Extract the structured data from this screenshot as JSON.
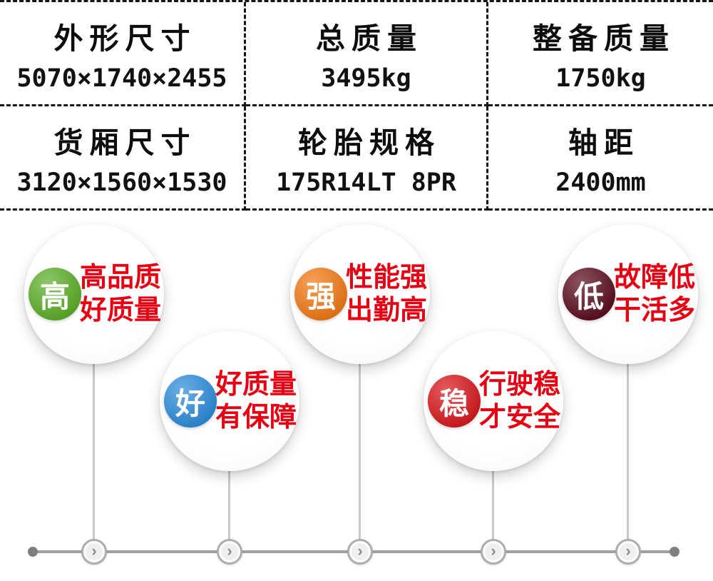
{
  "spec_table": {
    "cells": [
      {
        "label": "外形尺寸",
        "value": "5070×1740×2455"
      },
      {
        "label": "总质量",
        "value": "3495kg"
      },
      {
        "label": "整备质量",
        "value": "1750kg"
      },
      {
        "label": "货厢尺寸",
        "value": "3120×1560×1530"
      },
      {
        "label": "轮胎规格",
        "value": "175R14LT 8PR"
      },
      {
        "label": "轴距",
        "value": "2400mm"
      }
    ]
  },
  "features": [
    {
      "badge": "高",
      "badge_color": "#5eb12b",
      "line1": "高品质",
      "line2": "好质量"
    },
    {
      "badge": "好",
      "badge_color": "#2f8fdd",
      "line1": "好质量",
      "line2": "有保障"
    },
    {
      "badge": "强",
      "badge_color": "#f47b17",
      "line1": "性能强",
      "line2": "出勤高"
    },
    {
      "badge": "稳",
      "badge_color": "#da1b1f",
      "line1": "行驶稳",
      "line2": "才安全"
    },
    {
      "badge": "低",
      "badge_color": "#5e1022",
      "line1": "故障低",
      "line2": "干活多"
    }
  ],
  "colors": {
    "feature_text": "#e60012",
    "table_line": "#161616",
    "timeline_line": "#a0a0a0"
  },
  "timeline": {
    "chevron": "›"
  }
}
